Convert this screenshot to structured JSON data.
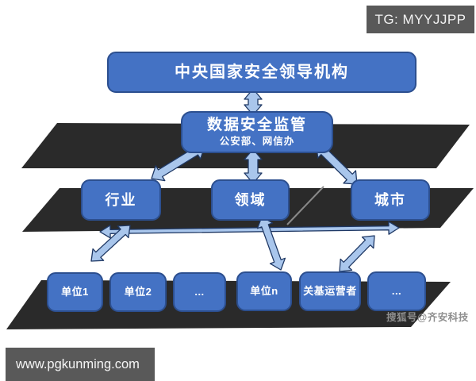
{
  "colors": {
    "box_fill": "#4472c4",
    "box_border": "#2c4f8f",
    "arrow_fill": "#a9c6ec",
    "arrow_stroke": "#1f3864",
    "band": "#2a2a2a",
    "badge_bg": "#595959"
  },
  "overlays": {
    "tg_badge": "TG: MYYJJPP",
    "site": "www.pgkunming.com",
    "watermark": "搜狐号@齐安科技"
  },
  "diagram": {
    "top": {
      "label": "中央国家安全领导机构"
    },
    "regulator": {
      "title": "数据安全监管",
      "subtitle": "公安部、网信办"
    },
    "middle": [
      {
        "label": "行业"
      },
      {
        "label": "领域"
      },
      {
        "label": "城市"
      }
    ],
    "bottom": [
      {
        "label": "单位1"
      },
      {
        "label": "单位2"
      },
      {
        "label": "..."
      },
      {
        "label": "单位n"
      },
      {
        "label": "关基运营者"
      },
      {
        "label": "..."
      }
    ],
    "connections": [
      {
        "from": "中央国家安全领导机构",
        "to": "数据安全监管",
        "bidirectional": true
      },
      {
        "from": "数据安全监管",
        "to": "领域",
        "bidirectional": true
      },
      {
        "from": "行业",
        "to": "数据安全监管",
        "bidirectional": true
      },
      {
        "from": "城市",
        "to": "数据安全监管",
        "bidirectional": true
      },
      {
        "from": "行业",
        "to": "城市",
        "bidirectional": true
      },
      {
        "from": "行业",
        "to": "单位1/单位2",
        "bidirectional": true
      },
      {
        "from": "领域",
        "to": "单位n",
        "bidirectional": true
      },
      {
        "from": "城市",
        "to": "关基运营者",
        "bidirectional": true
      }
    ]
  }
}
